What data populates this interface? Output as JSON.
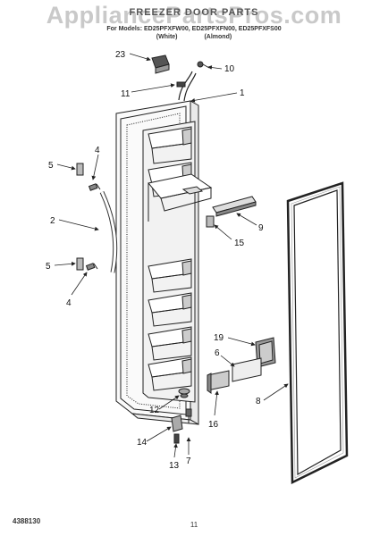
{
  "watermark": "AppliancePartsPros.com",
  "header": {
    "title": "FREEZER DOOR PARTS",
    "models": "For Models: ED25PFXFW00, ED25PFXFN00, ED25PFXFS00",
    "color_white": "(White)",
    "color_almond": "(Almond)"
  },
  "callouts": [
    "1",
    "2",
    "4",
    "4",
    "5",
    "5",
    "6",
    "7",
    "8",
    "9",
    "10",
    "11",
    "12",
    "13",
    "14",
    "15",
    "16",
    "19",
    "23"
  ],
  "footer": {
    "code": "4388130",
    "page": "11"
  }
}
